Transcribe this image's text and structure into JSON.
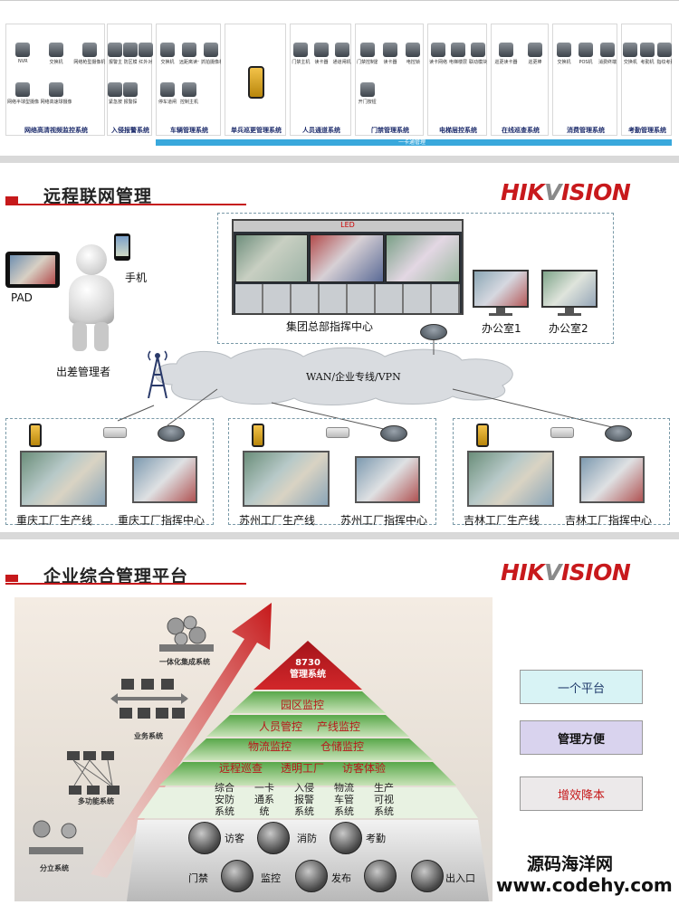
{
  "top_panel": {
    "systems": [
      {
        "name": "网络高清视频监控系统",
        "devices": [
          "NVR",
          "交换机",
          "网络枪型摄像机",
          "网络半球型摄像机",
          "网络高速球摄像机"
        ]
      },
      {
        "name": "入侵报警系统",
        "devices": [
          "报警主机",
          "防区模块",
          "红外对射",
          "紧急按钮",
          "报警探头"
        ]
      },
      {
        "name": "车辆管理系统",
        "devices": [
          "交换机",
          "远距离读卡器",
          "抓拍摄像机",
          "停车道闸",
          "控制主机"
        ]
      },
      {
        "name": "单兵巡更管理系统",
        "devices": []
      },
      {
        "name": "人员通道系统",
        "devices": [
          "门禁主机",
          "读卡器",
          "通道闸机"
        ]
      },
      {
        "name": "门禁管理系统",
        "devices": [
          "门禁控制器",
          "读卡器",
          "电控锁",
          "开门按钮"
        ]
      },
      {
        "name": "电梯层控系统",
        "devices": [
          "读卡网络转换器",
          "电梯楼层控制器",
          "联动模块"
        ]
      },
      {
        "name": "在线巡查系统",
        "devices": [
          "巡更读卡器",
          "巡更棒"
        ]
      },
      {
        "name": "消费管理系统",
        "devices": [
          "交换机",
          "POS机",
          "消费终端"
        ]
      },
      {
        "name": "考勤管理系统",
        "devices": [
          "交换机",
          "考勤机",
          "指纹考勤机"
        ]
      }
    ],
    "bar_label": "一卡通管理"
  },
  "remote_panel": {
    "title": "远程联网管理",
    "logo_prefix": "HIK",
    "logo_v": "V",
    "logo_suffix": "ISION",
    "led": "LED",
    "hq_label": "集团总部指挥中心",
    "office1": "办公室1",
    "office2": "办公室2",
    "pad": "PAD",
    "phone": "手机",
    "manager": "出差管理者",
    "wan": "WAN/企业专线/VPN",
    "sites": [
      {
        "line": "重庆工厂生产线",
        "center": "重庆工厂指挥中心"
      },
      {
        "line": "苏州工厂生产线",
        "center": "苏州工厂指挥中心"
      },
      {
        "line": "吉林工厂生产线",
        "center": "吉林工厂指挥中心"
      }
    ]
  },
  "platform_panel": {
    "title": "企业综合管理平台",
    "logo_prefix": "HIK",
    "logo_v": "V",
    "logo_suffix": "ISION",
    "stages": [
      "一体化集成系统",
      "业务系统",
      "多功能系统",
      "分立系统"
    ],
    "apex_line1": "8730",
    "apex_line2": "管理系统",
    "tier2": [
      "园区监控"
    ],
    "tier3": [
      "人员管控",
      "产线监控"
    ],
    "tier4": [
      "物流监控",
      "仓储监控"
    ],
    "tier5": [
      "远程巡查",
      "透明工厂",
      "访客体验"
    ],
    "tier6": [
      "综合\n安防\n系统",
      "一卡\n通系\n统",
      "入侵\n报警\n系统",
      "物流\n车管\n系统",
      "生产\n可视\n系统"
    ],
    "base_row1": [
      "访客",
      "消防",
      "考勤"
    ],
    "base_row2": [
      "门禁",
      "监控",
      "发布",
      "出入口"
    ],
    "side_boxes": [
      "一个平台",
      "管理方便",
      "增效降本"
    ],
    "side_colors": [
      "#d8f3f5",
      "#d9d3ee",
      "#ece9ea"
    ],
    "side_text_colors": [
      "#1f3a6a",
      "#111111",
      "#c6191b"
    ]
  },
  "watermark": {
    "line1": "源码海洋网",
    "line2": "www.codehy.com"
  }
}
